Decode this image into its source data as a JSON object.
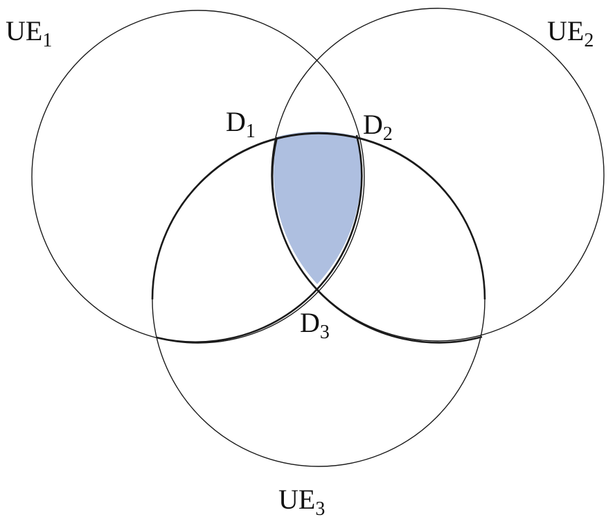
{
  "diagram": {
    "type": "venn-intersection",
    "labels": {
      "ue1": {
        "base": "UE",
        "sub": "1"
      },
      "ue2": {
        "base": "UE",
        "sub": "2"
      },
      "ue3": {
        "base": "UE",
        "sub": "3"
      },
      "d1": {
        "base": "D",
        "sub": "1"
      },
      "d2": {
        "base": "D",
        "sub": "2"
      },
      "d3": {
        "base": "D",
        "sub": "3"
      }
    },
    "colors": {
      "intersection_fill": "#aebfe0",
      "stroke": "#1a1a1a",
      "background": "#ffffff"
    }
  }
}
